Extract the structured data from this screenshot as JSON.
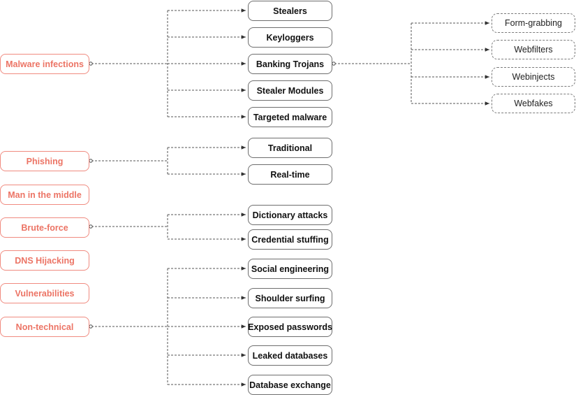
{
  "categories": {
    "malware": "Malware infections",
    "phishing": "Phishing",
    "mitm": "Man in the middle",
    "bruteforce": "Brute-force",
    "dns": "DNS Hijacking",
    "vulns": "Vulnerabilities",
    "nontech": "Non-technical"
  },
  "malware_types": {
    "stealers": "Stealers",
    "keyloggers": "Keyloggers",
    "banking": "Banking Trojans",
    "stealer_modules": "Stealer Modules",
    "targeted": "Targeted malware"
  },
  "banking_techniques": {
    "formgrabbing": "Form-grabbing",
    "webfilters": "Webfilters",
    "webinjects": "Webinjects",
    "webfakes": "Webfakes"
  },
  "phishing_types": {
    "traditional": "Traditional",
    "realtime": "Real-time"
  },
  "bruteforce_types": {
    "dictionary": "Dictionary attacks",
    "stuffing": "Credential stuffing"
  },
  "nontech_types": {
    "social": "Social engineering",
    "shoulder": "Shoulder surfing",
    "exposed": "Exposed passwords",
    "leaked": "Leaked databases",
    "exchange": "Database exchange"
  },
  "colors": {
    "category": "#ec7465",
    "category_border": "#f08b80",
    "node_border": "#6e6e6e",
    "connector": "#555555"
  }
}
